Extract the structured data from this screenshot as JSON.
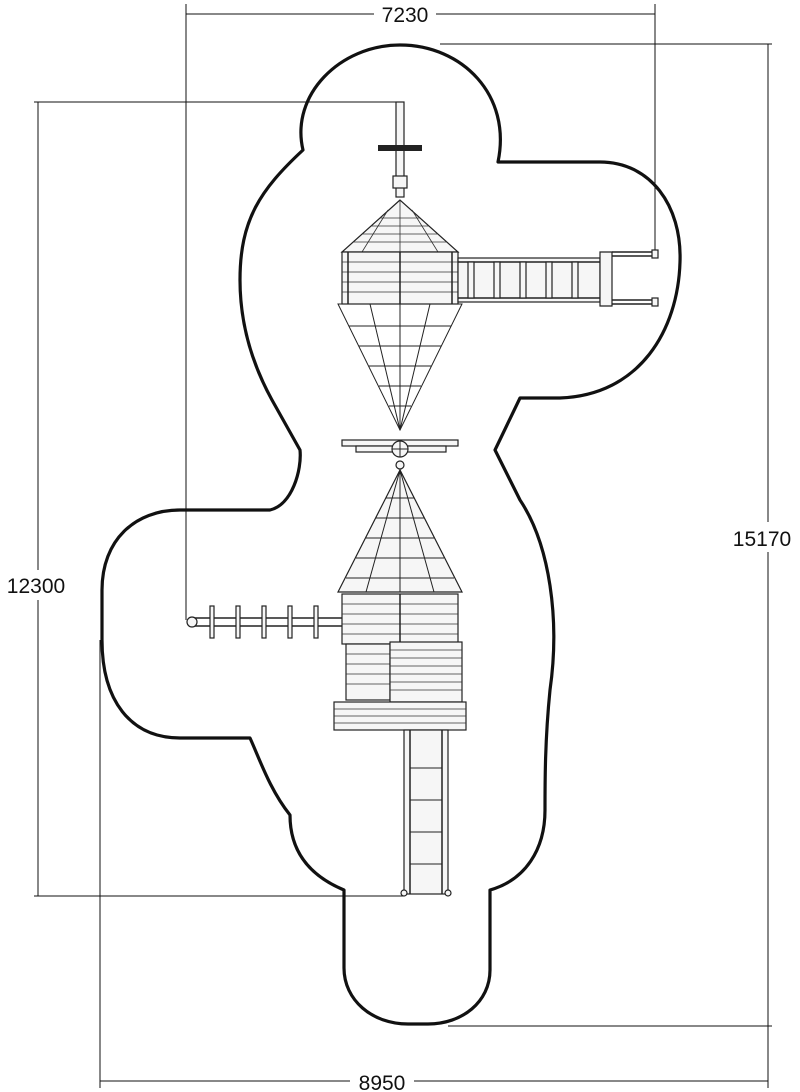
{
  "dimensions": {
    "top_width": "7230",
    "bottom_width": "8950",
    "left_height": "12300",
    "right_height": "15170"
  },
  "colors": {
    "line": "#111111",
    "background": "#ffffff"
  }
}
